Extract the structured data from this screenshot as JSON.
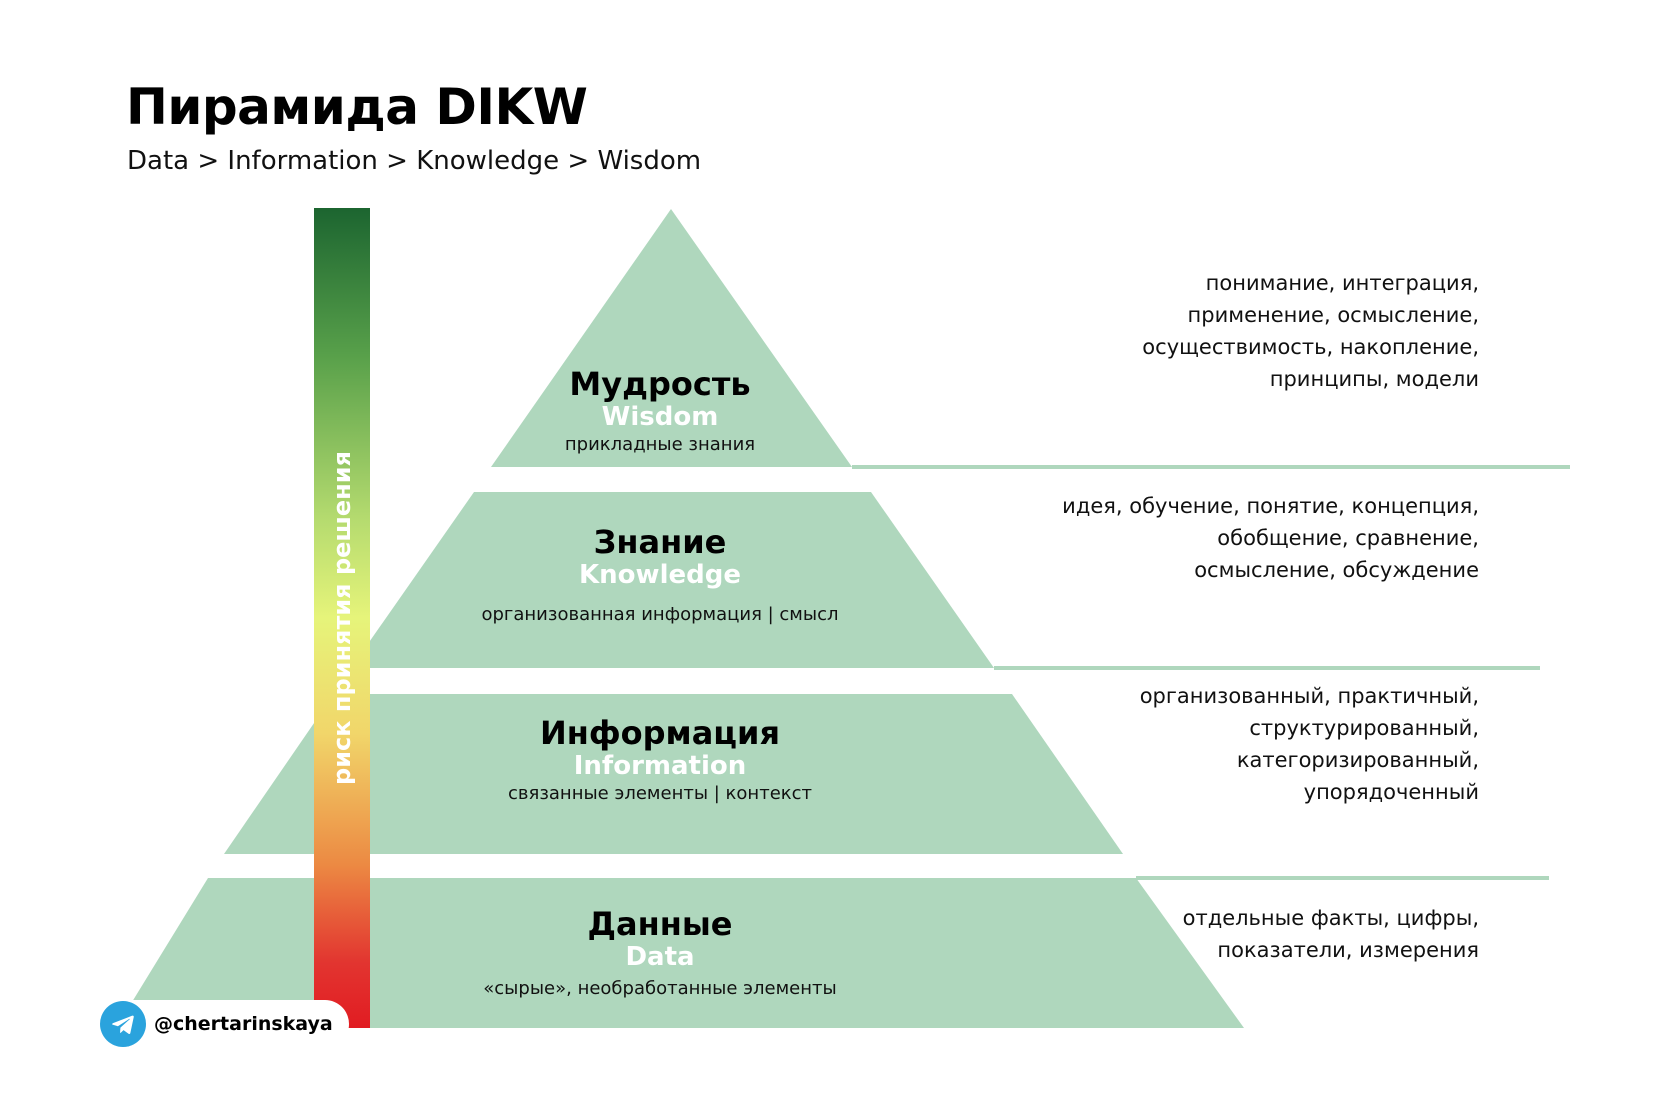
{
  "header": {
    "title": "Пирамида DIKW",
    "subtitle": "Data > Information > Knowledge > Wisdom"
  },
  "colors": {
    "pyramid_fill": "#afd7bd",
    "layer_english_text": "#ffffff",
    "scale_top": "#1c6530",
    "scale_middle": "#e6f47a",
    "scale_bottom": "#e11c22",
    "telegram_blue": "#2aa3dd"
  },
  "pyramid": {
    "wisdom": {
      "name_ru": "Мудрость",
      "name_en": "Wisdom",
      "description": "прикладные знания",
      "keywords": [
        "понимание, интеграция,",
        "применение, осмысление,",
        "осуществимость, накопление,",
        "принципы, модели"
      ]
    },
    "knowledge": {
      "name_ru": "Знание",
      "name_en": "Knowledge",
      "description": "организованная информация | смысл",
      "keywords": [
        "идея, обучение, понятие, концепция,",
        "обобщение, сравнение,",
        "осмысление, обсуждение"
      ]
    },
    "information": {
      "name_ru": "Информация",
      "name_en": "Information",
      "description": "связанные элементы | контекст",
      "keywords": [
        "организованный, практичный,",
        "структурированный,",
        "категоризированный,",
        "упорядоченный"
      ]
    },
    "data": {
      "name_ru": "Данные",
      "name_en": "Data",
      "description": "«сырые», необработанные элементы",
      "keywords": [
        "отдельные факты, цифры,",
        "показатели, измерения"
      ]
    }
  },
  "scale": {
    "label": "риск принятия решения"
  },
  "footer": {
    "icon": "telegram-icon",
    "handle": "@chertarinskaya"
  }
}
